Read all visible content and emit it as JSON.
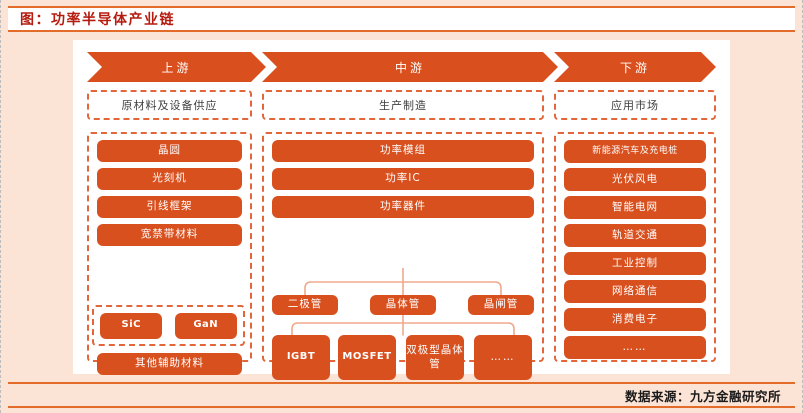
{
  "title": "图：功率半导体产业链",
  "footer": "数据来源：九方金融研究所",
  "colors": {
    "accent_orange": "#d9501f",
    "border_orange": "#e36c2b",
    "dashed_orange": "#e2663a",
    "title_red": "#b51c10",
    "page_background": "#fbe3d5",
    "panel_background": "#ffffff",
    "connector_line": "#f0a98c"
  },
  "stages": [
    {
      "arrow_label": "上游",
      "stage_label": "原材料及设备供应"
    },
    {
      "arrow_label": "中游",
      "stage_label": "生产制造"
    },
    {
      "arrow_label": "下游",
      "stage_label": "应用市场"
    }
  ],
  "upstream": {
    "items": [
      "晶圆",
      "光刻机",
      "引线框架",
      "宽禁带材料"
    ],
    "nested_group": [
      "SiC",
      "GaN"
    ],
    "other": "其他辅助材料"
  },
  "midstream": {
    "top_items": [
      "功率模组",
      "功率IC",
      "功率器件"
    ],
    "device_types": [
      "二极管",
      "晶体管",
      "晶闸管"
    ],
    "transistor_types": [
      "IGBT",
      "MOSFET",
      "双极型晶体管",
      "……"
    ]
  },
  "downstream": {
    "items": [
      "新能源汽车及充电桩",
      "光伏风电",
      "智能电网",
      "轨道交通",
      "工业控制",
      "网络通信",
      "消费电子",
      "……"
    ]
  }
}
